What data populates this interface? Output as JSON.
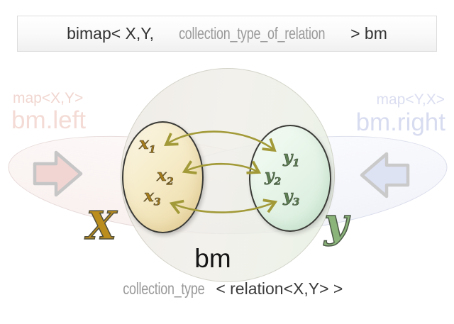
{
  "header": {
    "prefix": "bimap< X,Y, ",
    "type_param": "collection_type_of_relation",
    "suffix": " > bm"
  },
  "left_view": {
    "map_type": "map<X,Y>",
    "access": "bm.left",
    "text_color": "#f2d8d2",
    "arrow_fill": "#f1d5d3",
    "arrow_stroke": "#c6c6c6"
  },
  "right_view": {
    "map_type": "map<Y,X>",
    "access": "bm.right",
    "text_color": "#d9ddf1",
    "arrow_fill": "#dee3f4",
    "arrow_stroke": "#cacaca"
  },
  "sets": {
    "x": {
      "label": "X",
      "color": "#bb8d1c",
      "elements": [
        {
          "base": "x",
          "sub": "1"
        },
        {
          "base": "x",
          "sub": "2"
        },
        {
          "base": "x",
          "sub": "3"
        }
      ]
    },
    "y": {
      "label": "y",
      "color": "#8ab47a",
      "elements": [
        {
          "base": "y",
          "sub": "1"
        },
        {
          "base": "y",
          "sub": "2"
        },
        {
          "base": "y",
          "sub": "3"
        }
      ]
    }
  },
  "bimap_instance": {
    "label": "bm"
  },
  "bottom_caption": {
    "collection_type": "collection_type",
    "relation": "< relation<X,Y> >"
  },
  "relation_arrow_color": "#a29a38"
}
